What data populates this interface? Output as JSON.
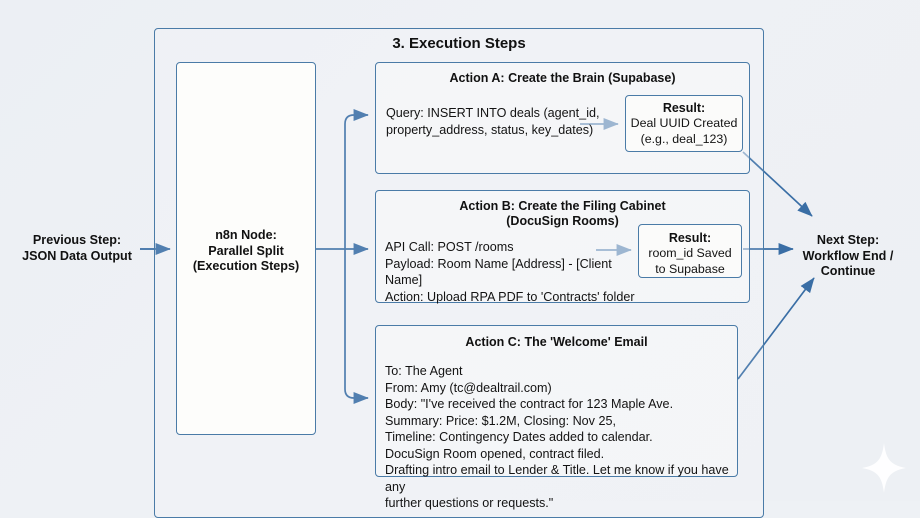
{
  "diagram": {
    "section_title": "3. Execution Steps",
    "previous_step": "Previous Step:\nJSON Data Output",
    "next_step": "Next Step:\nWorkflow End /\nContinue",
    "node": {
      "label": "n8n Node:\nParallel Split\n(Execution Steps)"
    },
    "actions": [
      {
        "id": "action-a",
        "title": "Action A: Create the Brain (Supabase)",
        "body": "Query: INSERT INTO deals (agent_id,\nproperty_address, status, key_dates)",
        "result_title": "Result:",
        "result_body": "Deal UUID Created\n(e.g., deal_123)"
      },
      {
        "id": "action-b",
        "title": "Action B: Create the Filing Cabinet\n(DocuSign Rooms)",
        "body": "API Call: POST /rooms\nPayload: Room Name [Address] - [Client\nName]\nAction: Upload RPA PDF to 'Contracts' folder",
        "result_title": "Result:",
        "result_body": "room_id Saved\nto Supabase"
      },
      {
        "id": "action-c",
        "title": "Action C: The 'Welcome' Email",
        "body": "To: The Agent\nFrom: Amy (tc@dealtrail.com)\nBody: \"I've received the contract for 123 Maple Ave.\nSummary: Price: $1.2M, Closing: Nov 25,\nTimeline: Contingency Dates added to calendar.\nDocuSign Room opened, contract filed.\nDrafting intro email to Lender & Title. Let me know if you have any\nfurther questions or requests.\""
      }
    ],
    "colors": {
      "border": "#4a7ba7",
      "arrow": "#3a6ea5",
      "background": "#eef1f5",
      "node_fill": "#fdfdfb",
      "text": "#111111"
    }
  }
}
